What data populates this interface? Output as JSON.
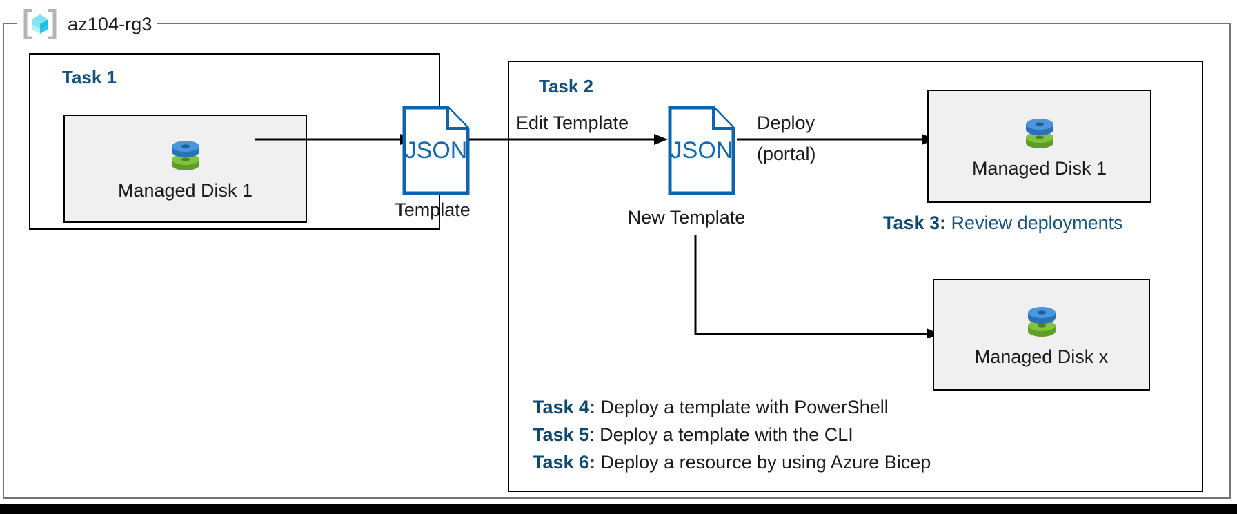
{
  "diagram": {
    "resource_group": {
      "name": "az104-rg3",
      "icon": "resource-group-cube-icon"
    },
    "tasks": {
      "task1": {
        "title": "Task 1"
      },
      "task2": {
        "title": "Task 2"
      }
    },
    "resources": [
      {
        "id": "disk1-task1",
        "label": "Managed Disk 1",
        "icon": "managed-disk-icon"
      },
      {
        "id": "disk1-task2",
        "label": "Managed Disk 1",
        "icon": "managed-disk-icon"
      },
      {
        "id": "diskx-task2",
        "label": "Managed Disk x",
        "icon": "managed-disk-icon"
      }
    ],
    "documents": [
      {
        "id": "template",
        "doc_text": "JSON",
        "caption": "Template",
        "icon": "json-file-icon"
      },
      {
        "id": "new-template",
        "doc_text": "JSON",
        "caption": "New Template",
        "icon": "json-file-icon"
      }
    ],
    "arrow_labels": {
      "edit_template": "Edit Template",
      "deploy": "Deploy",
      "deploy_sub": "(portal)"
    },
    "notes": [
      {
        "id": "task3",
        "key": "Task 3:",
        "rest": " Review deployments",
        "rest_style": "blue"
      },
      {
        "id": "task4",
        "key": "Task 4:",
        "rest": " Deploy a template with PowerShell",
        "rest_style": "dark"
      },
      {
        "id": "task5",
        "key": "Task 5",
        "rest": ": Deploy a template with the CLI",
        "rest_style": "dark"
      },
      {
        "id": "task6",
        "key": "Task 6:",
        "rest": " Deploy a resource by using Azure Bicep",
        "rest_style": "dark"
      }
    ],
    "colors": {
      "task_title_blue": "#11507f",
      "note_blue": "#15557f",
      "json_blue": "#1168b3",
      "doc_outline_blue": "#0f63ad",
      "disk_blue": "#3f91dd",
      "disk_green": "#7cb63a",
      "box_grey": "#f0f0f0",
      "frame_grey": "#747474",
      "cube_cyan": "#53d7f5"
    }
  }
}
